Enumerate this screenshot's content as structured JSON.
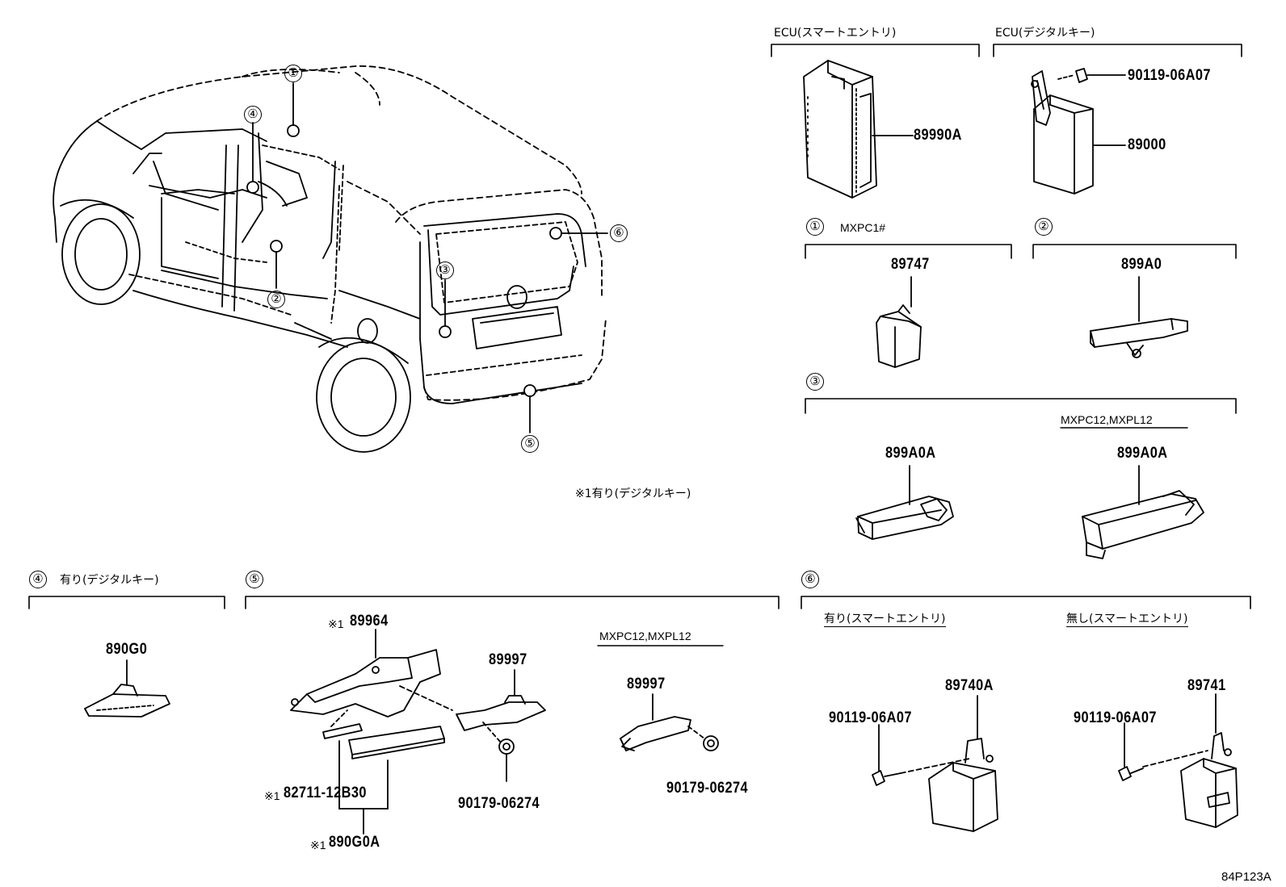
{
  "header_labels": {
    "ecu_smart_entry": "ECU(スマートエントリ)",
    "ecu_digital_key": "ECU(デジタルキー)"
  },
  "callouts": [
    "①",
    "②",
    "③",
    "④",
    "⑤",
    "⑥"
  ],
  "sections": {
    "s1_model": "MXPC1#",
    "s3_model": "MXPC12,MXPL12",
    "s4_label": "有り(デジタルキー)",
    "s5_model": "MXPC12,MXPL12",
    "s6_with": "有り(スマートエントリ)",
    "s6_without": "無し(スマートエントリ)"
  },
  "footnote": "※1有り(デジタルキー)",
  "note_prefix": "※1",
  "parts": {
    "ecu_smart": "89990A",
    "ecu_digital": "89000",
    "ecu_digital_bolt": "90119-06A07",
    "s1_part": "89747",
    "s2_part": "899A0",
    "s3_left": "899A0A",
    "s3_right": "899A0A",
    "s4_part": "890G0",
    "s5_bracket": "89964",
    "s5_handle": "89997",
    "s5_cap": "90179-06274",
    "s5_cover": "82711-12B30",
    "s5_set": "890G0A",
    "s5_handle2": "89997",
    "s5_cap2": "90179-06274",
    "s6_left_part": "89740A",
    "s6_left_bolt": "90119-06A07",
    "s6_right_part": "89741",
    "s6_right_bolt": "90119-06A07"
  },
  "diagram_code": "84P123A"
}
